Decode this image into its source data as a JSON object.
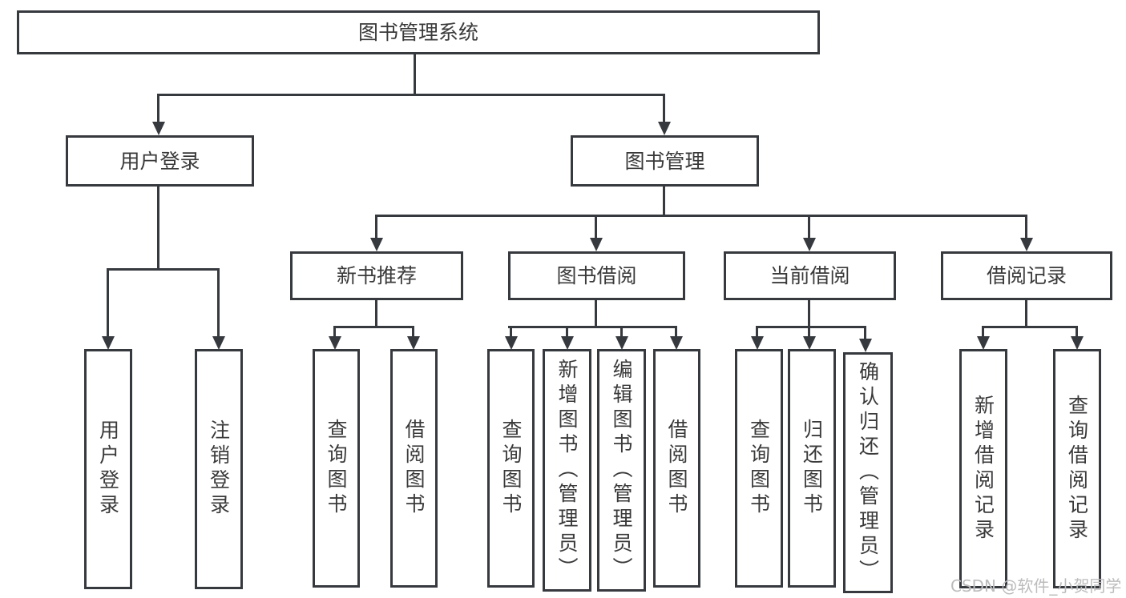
{
  "diagram_title": "图书管理系统",
  "nodes": {
    "root": {
      "label": "图书管理系统"
    },
    "login": {
      "label": "用户登录"
    },
    "manage": {
      "label": "图书管理"
    },
    "recommend": {
      "label": "新书推荐"
    },
    "borrow": {
      "label": "图书借阅"
    },
    "current": {
      "label": "当前借阅"
    },
    "record": {
      "label": "借阅记录"
    },
    "login_user": {
      "label": "用户登录"
    },
    "login_logout": {
      "label": "注销登录"
    },
    "recommend_query": {
      "label": "查询图书"
    },
    "recommend_borrow": {
      "label": "借阅图书"
    },
    "borrow_query": {
      "label": "查询图书"
    },
    "borrow_add": {
      "label": "新增图书（管理员）"
    },
    "borrow_edit": {
      "label": "编辑图书（管理员）"
    },
    "borrow_lend": {
      "label": "借阅图书"
    },
    "current_query": {
      "label": "查询图书"
    },
    "current_return": {
      "label": "归还图书"
    },
    "current_confirm": {
      "label": "确认归还（管理员）"
    },
    "record_add": {
      "label": "新增借阅记录"
    },
    "record_query": {
      "label": "查询借阅记录"
    }
  },
  "hierarchy": {
    "root": [
      "login",
      "manage"
    ],
    "login": [
      "login_user",
      "login_logout"
    ],
    "manage": [
      "recommend",
      "borrow",
      "current",
      "record"
    ],
    "recommend": [
      "recommend_query",
      "recommend_borrow"
    ],
    "borrow": [
      "borrow_query",
      "borrow_add",
      "borrow_edit",
      "borrow_lend"
    ],
    "current": [
      "current_query",
      "current_return",
      "current_confirm"
    ],
    "record": [
      "record_add",
      "record_query"
    ]
  },
  "watermark": {
    "text": "CSDN @软件_小贺同学"
  },
  "colors": {
    "line": "#36393e",
    "text": "#3a3a3a",
    "watermark": "#bcbcbc",
    "background": "#ffffff"
  }
}
